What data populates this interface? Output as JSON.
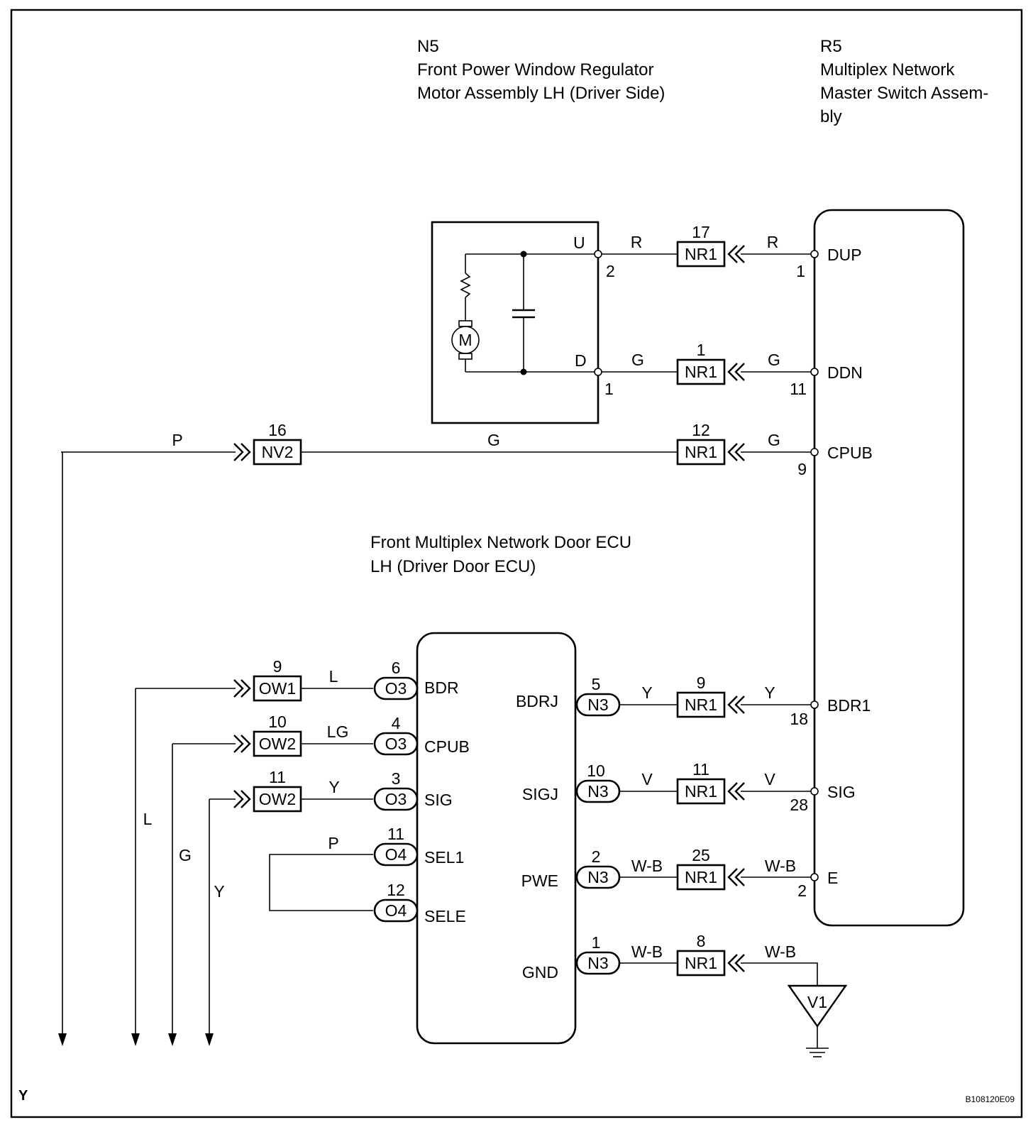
{
  "components": {
    "motor": {
      "code": "N5",
      "name_line1": "Front Power Window Regulator",
      "name_line2": "Motor Assembly LH (Driver Side)",
      "symbol": "M",
      "terminal_up": "U",
      "terminal_down": "D",
      "pin_up": "2",
      "pin_down": "1"
    },
    "master_switch": {
      "code": "R5",
      "name_line1": "Multiplex Network",
      "name_line2": "Master Switch Assem-",
      "name_line3": "bly",
      "terminals": [
        {
          "name": "DUP",
          "pin": "1"
        },
        {
          "name": "DDN",
          "pin": "11"
        },
        {
          "name": "CPUB",
          "pin": "9"
        },
        {
          "name": "BDR1",
          "pin": "18"
        },
        {
          "name": "SIG",
          "pin": "28"
        },
        {
          "name": "E",
          "pin": "2"
        }
      ]
    },
    "door_ecu": {
      "name_line1": "Front Multiplex Network Door ECU",
      "name_line2": "LH (Driver Door ECU)",
      "left_terminals": [
        "BDR",
        "CPUB",
        "SIG",
        "SEL1",
        "SELE"
      ],
      "right_terminals": [
        "BDRJ",
        "SIGJ",
        "PWE",
        "GND"
      ]
    }
  },
  "connectors": [
    {
      "label": "NR1",
      "pin": "17"
    },
    {
      "label": "NR1",
      "pin": "1"
    },
    {
      "label": "NR1",
      "pin": "12"
    },
    {
      "label": "NV2",
      "pin": "16"
    },
    {
      "label": "NR1",
      "pin": "9"
    },
    {
      "label": "NR1",
      "pin": "11"
    },
    {
      "label": "NR1",
      "pin": "25"
    },
    {
      "label": "NR1",
      "pin": "8"
    },
    {
      "label": "OW1",
      "pin": "9"
    },
    {
      "label": "OW2",
      "pin": "10"
    },
    {
      "label": "OW2",
      "pin": "11"
    }
  ],
  "ecu_left_pins": [
    {
      "label": "O3",
      "pin": "6"
    },
    {
      "label": "O3",
      "pin": "4"
    },
    {
      "label": "O3",
      "pin": "3"
    },
    {
      "label": "O4",
      "pin": "11"
    },
    {
      "label": "O4",
      "pin": "12"
    }
  ],
  "ecu_right_pins": [
    {
      "label": "N3",
      "pin": "5"
    },
    {
      "label": "N3",
      "pin": "10"
    },
    {
      "label": "N3",
      "pin": "2"
    },
    {
      "label": "N3",
      "pin": "1"
    }
  ],
  "wire_colors": {
    "dup_motor_side": "R",
    "dup_switch_side": "R",
    "ddn_motor_side": "G",
    "ddn_switch_side": "G",
    "cpub_left": "P",
    "cpub_mid": "G",
    "cpub_switch_side": "G",
    "bdrj_ecu_side": "Y",
    "bdrj_switch_side": "Y",
    "sigj_ecu_side": "V",
    "sigj_switch_side": "V",
    "pwe_ecu_side": "W-B",
    "pwe_switch_side": "W-B",
    "gnd_ecu_side": "W-B",
    "gnd_ground_side": "W-B",
    "ow1_to_bdr": "L",
    "ow2_to_cpub": "LG",
    "ow2_to_sig": "Y",
    "sel_loop": "P",
    "down_l": "L",
    "down_g": "G",
    "down_y": "Y"
  },
  "ground_point": "V1",
  "corner_letter": "Y",
  "figure_id": "B108120E09"
}
